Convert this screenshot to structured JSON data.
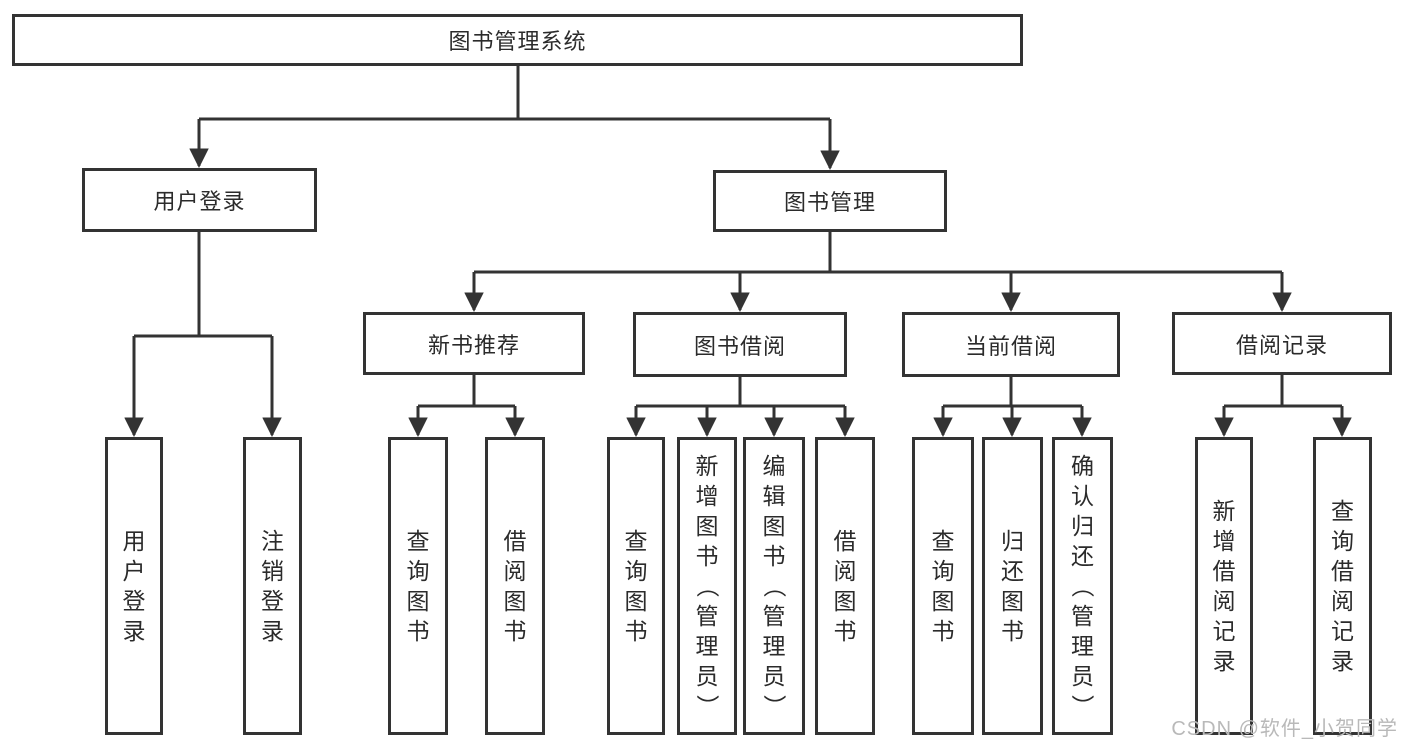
{
  "colors": {
    "line": "#333333",
    "text": "#2b2b2b",
    "watermark": "#b9b9b9",
    "background": "#ffffff"
  },
  "diagram": {
    "root": {
      "label": "图书管理系统"
    },
    "branches": [
      {
        "label": "用户登录",
        "children": [
          {
            "label": "用户登录"
          },
          {
            "label": "注销登录"
          }
        ]
      },
      {
        "label": "图书管理",
        "children": [
          {
            "label": "新书推荐",
            "children": [
              {
                "label": "查询图书"
              },
              {
                "label": "借阅图书"
              }
            ]
          },
          {
            "label": "图书借阅",
            "children": [
              {
                "label": "查询图书"
              },
              {
                "label": "新增图书（管理员）"
              },
              {
                "label": "编辑图书（管理员）"
              },
              {
                "label": "借阅图书"
              }
            ]
          },
          {
            "label": "当前借阅",
            "children": [
              {
                "label": "查询图书"
              },
              {
                "label": "归还图书"
              },
              {
                "label": "确认归还（管理员）"
              }
            ]
          },
          {
            "label": "借阅记录",
            "children": [
              {
                "label": "新增借阅记录"
              },
              {
                "label": "查询借阅记录"
              }
            ]
          }
        ]
      }
    ]
  },
  "watermark": {
    "text": "CSDN @软件_小贺同学"
  }
}
